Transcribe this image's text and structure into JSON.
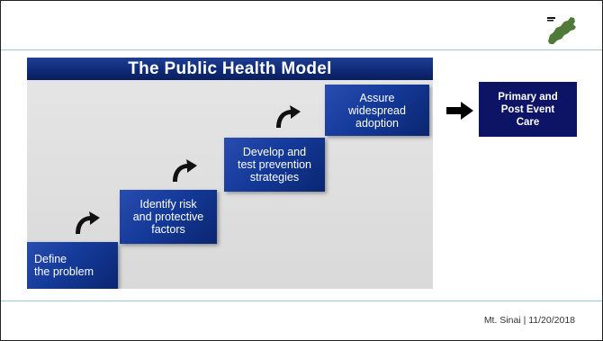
{
  "diagram": {
    "title": "The Public Health Model",
    "steps": [
      {
        "label": "Define\nthe problem"
      },
      {
        "label": "Identify risk\nand protective\nfactors"
      },
      {
        "label": "Develop and\ntest prevention\nstrategies"
      },
      {
        "label": "Assure\nwidespread\nadoption"
      }
    ]
  },
  "outcome": {
    "label": "Primary and\nPost Event\nCare"
  },
  "footer": {
    "text": "Mt. Sinai | 11/20/2018"
  },
  "icons": {
    "logo": "state-map-logo",
    "step_arrow": "curved-arrow-icon",
    "side_arrow": "right-arrow-icon"
  },
  "colors": {
    "banner": "#0f2a78",
    "step_box": "#143a9a",
    "outcome_box": "#0d1466",
    "rule_line": "#9ec9c9",
    "logo_green": "#4f7a3a"
  }
}
